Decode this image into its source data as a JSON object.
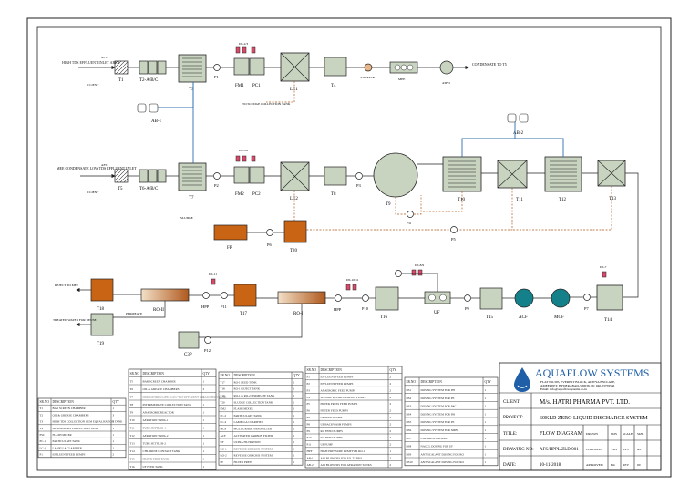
{
  "colors": {
    "line": "#222222",
    "water": "#2d6fb0",
    "sludge": "#b05a1e",
    "tank_fill": "#c8d3c0",
    "orange": "#c86414",
    "teal": "#14808a",
    "brand": "#1f5fa8"
  },
  "title_block": {
    "company": "AQUAFLOW SYSTEMS",
    "address1": "FLAT NO.305, EVEREST BLOCK, ADITYA ENCLAVE,",
    "address2": "AMEERPET, HYDERABAD-500038. Ph: 040-23759566",
    "email": "Email: info@aquaflowsystems.co.in",
    "client_label": "CLIENT:",
    "client": "M/s. HATRI PHARMA PVT. LTD.",
    "project_label": "PROJECT:",
    "project": "60KLD ZERO LIQUID DISCHARGE SYSTEM",
    "title_label": "TITLE:",
    "title": "FLOW DIAGRAM",
    "drawing_label": "DRAWING NO:",
    "drawing": "AFS/HPPL/ZLD/001",
    "date_label": "DATE:",
    "date": "10-11-2018",
    "meta_labels": [
      "DRAWN",
      "NOS",
      "SCALE",
      "SIZE"
    ],
    "meta_values": [
      "CHECKED",
      "VKS",
      "NTS",
      "A3"
    ],
    "meta_labels2": [
      "APPROVED",
      "BK",
      "REV",
      "00"
    ]
  },
  "equipment": {
    "t1": "T1",
    "t2": "T2-A/B/C",
    "t3": "T3",
    "p1": "P1",
    "fm1": "FM1",
    "pc1": "PC1",
    "lc1": "LC1",
    "t4": "T4",
    "stripper": "STRIPPER",
    "mee": "MEE",
    "atfd": "ATFD",
    "ab1": "AB-1",
    "ab2": "AB-2",
    "t5": "T5",
    "t6": "T6-A/B/C",
    "t7": "T7",
    "p2": "P2",
    "fm2": "FM2",
    "pc2": "PC2",
    "lc2": "LC2",
    "t8": "T8",
    "p3": "P3",
    "t9": "T9",
    "p4": "P4",
    "t10": "T10",
    "t11": "T11",
    "t12": "T12",
    "t13": "T13",
    "p5": "P5",
    "fp": "FP",
    "p6": "P6",
    "t20": "T20",
    "t18": "T18",
    "t19": "T19",
    "ro2": "RO-II",
    "hpp": "HPP",
    "p11": "P11",
    "t17": "T17",
    "ro1": "RO-I",
    "p10": "P10",
    "t16": "T16",
    "uf": "UF",
    "p9": "P9",
    "t15": "T15",
    "acf": "ACF",
    "mgf": "MGF",
    "p7": "P7",
    "t14": "T14",
    "p12": "P12",
    "c3p": "C3P"
  },
  "stream_labels": {
    "in1": "HIGH TDS EFFLUENT INLET AREA",
    "in2": "MEE CONDENSATE LOW TDS EFFLUENT INLET",
    "client1": "CLIENT",
    "client2": "CLIENT",
    "condensate": "CONDENSATE TO T5",
    "sludge": "TO SLUDGE COLLECTION TANK",
    "reject": "REJECT TO MEE",
    "treated": "TREATED WATER FOR REUSE",
    "ds1": "DS-2/3",
    "ds2": "DS-5/6",
    "ds3": "DS-11",
    "ds4": "DS-10/11",
    "ds5": "DS-8/9",
    "ds6": "DS-7",
    "afs1": "AFS",
    "afs2": "AFS",
    "sludge2": "SLUDGE",
    "permeate": "PERMEATE"
  },
  "legend1": {
    "headers": [
      "SR.NO",
      "DESCRIPTION",
      "QTY"
    ],
    "rows": [
      [
        "T1",
        "BAR SCREEN CHAMBER",
        "1"
      ],
      [
        "T2",
        "OIL & GREASE CHAMBERS",
        "3"
      ],
      [
        "T3",
        "HIGH TDS COLLECTION CUM EQUALISATION TANK",
        "1"
      ],
      [
        "T4",
        "ACID/ALKALI COLLECTION TANK",
        "1"
      ],
      [
        "PSC",
        "FLASH MIXER",
        "1"
      ],
      [
        "PC-1",
        "PARTICULATE TANK",
        "1"
      ],
      [
        "LC-1",
        "LAMELLA CLARIFIER",
        "1"
      ],
      [
        "P1",
        "EFFLUENT FEED PUMPS",
        "2"
      ]
    ]
  },
  "legend2": {
    "headers": [
      "SR.NO",
      "DESCRIPTION",
      "QTY"
    ],
    "rows": [
      [
        "T5",
        "BAR SCREEN CHAMBER",
        "1"
      ],
      [
        "T6",
        "OIL & GREASE CHAMBERS",
        "3"
      ],
      [
        "T7",
        "MEE CONDENSATE / LOW TDS EFFLUENT COLLECTION TANK",
        "1"
      ],
      [
        "T8",
        "INTERMEDIATE COLLECTION TANK",
        "1"
      ],
      [
        "T9",
        "ANAEROBIC REACTOR",
        "1"
      ],
      [
        "T10",
        "AERATION TANK-1",
        "1"
      ],
      [
        "T11",
        "TUBE SETTLER-1",
        "1"
      ],
      [
        "T12",
        "AERATION TANK-2",
        "1"
      ],
      [
        "T13",
        "TUBE SETTLER-2",
        "1"
      ],
      [
        "T14",
        "CHLORINE CONTACT TANK",
        "1"
      ],
      [
        "T15",
        "FILTER FEED TANK",
        "1"
      ],
      [
        "T16",
        "UF FEED TANK",
        "1"
      ]
    ]
  },
  "legend3": {
    "headers": [
      "SR.NO",
      "DESCRIPTION",
      "QTY"
    ],
    "rows": [
      [
        "T17",
        "RO-1 FEED TANK",
        "1"
      ],
      [
        "T18",
        "RO-1 REJECT TANK",
        "1"
      ],
      [
        "T19",
        "RO-1 & RO-2 PERMEATE TANK",
        "1"
      ],
      [
        "T20",
        "SLUDGE COLLECTION TANK",
        "1"
      ],
      [
        "FM2",
        "FLASH MIXER",
        "1"
      ],
      [
        "PC-2",
        "PARTICULATE TANK",
        "1"
      ],
      [
        "LC-2",
        "LAMELLA CLARIFIER",
        "1"
      ],
      [
        "MGF",
        "MULTIGRADE SAND FILTER",
        "1"
      ],
      [
        "ACF",
        "ACTIVATED CARBON FILTER",
        "1"
      ],
      [
        "UF",
        "ULTRA FILTRATION",
        "1"
      ],
      [
        "RO-1",
        "REVERSE OSMOSIS SYSTEM",
        "1"
      ],
      [
        "RO-2",
        "REVERSE OSMOSIS SYSTEM",
        "1"
      ],
      [
        "FP",
        "FILTER PRESS",
        "1"
      ]
    ]
  },
  "legend4": {
    "headers": [
      "SR.NO",
      "DESCRIPTION",
      "QTY"
    ],
    "rows": [
      [
        "P1",
        "EFFLUENT FEED PUMPS",
        "2"
      ],
      [
        "P2",
        "EFFLUENT FEED PUMPS",
        "2"
      ],
      [
        "P3",
        "ANAEROBIC FEED PUMPS",
        "2"
      ],
      [
        "P4",
        "SLUDGE RECIRCULATION PUMPS",
        "2"
      ],
      [
        "P5",
        "FILTER PRESS FEED PUMPS",
        "2"
      ],
      [
        "P6",
        "FILTER FEED PUMPS",
        "2"
      ],
      [
        "P7",
        "UF FEED PUMPS",
        "2"
      ],
      [
        "P8",
        "UF BACKWASH PUMPS",
        "2"
      ],
      [
        "P9",
        "RO FEED PUMPS",
        "2"
      ],
      [
        "P10",
        "RO FEED PUMPS",
        "2"
      ],
      [
        "P11",
        "UF PUMP",
        "2"
      ],
      [
        "HPP",
        "HIGH PRESSURE PUMP FOR RO-1",
        "1"
      ],
      [
        "AB-1",
        "AIR BLOWERS FOR EQ. TANKS",
        "2"
      ],
      [
        "AB-2",
        "AIR BLOWERS FOR AERATION TANKS",
        "2"
      ]
    ]
  },
  "legend5": {
    "headers": [
      "SR.NO",
      "DESCRIPTION",
      "QTY"
    ],
    "rows": [
      [
        "DS1",
        "DOSING SYSTEM FOR PH",
        "1"
      ],
      [
        "DS2",
        "DOSING SYSTEM FOR PE",
        "1"
      ],
      [
        "DS3",
        "DOSING SYSTEM FOR PAC",
        "1"
      ],
      [
        "DS4",
        "DOSING SYSTEM FOR PH",
        "1"
      ],
      [
        "DS5",
        "DOSING SYSTEM FOR PE",
        "1"
      ],
      [
        "DS6",
        "DOSING SYSTEM FOR SMBS",
        "1"
      ],
      [
        "DS7",
        "CHLORINE DOSING",
        "1"
      ],
      [
        "DS8",
        "NAOCL DOSING FOR UF",
        "1"
      ],
      [
        "DS9",
        "ANTISCALANT DOSING FOR RO",
        "1"
      ],
      [
        "DS10",
        "ANTISCALANT DOSING FOR RO",
        "1"
      ]
    ]
  }
}
